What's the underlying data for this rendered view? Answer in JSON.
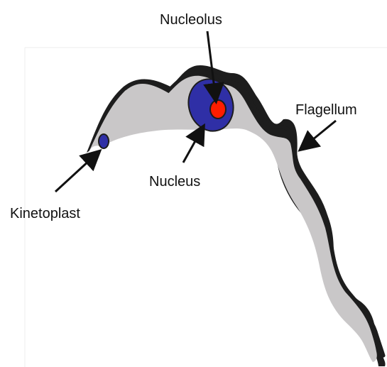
{
  "labels": {
    "nucleolus": "Nucleolus",
    "flagellum": "Flagellum",
    "nucleus": "Nucleus",
    "kinetoplast": "Kinetoplast"
  },
  "colors": {
    "body_fill": "#c9c7c8",
    "outline": "#1d1d1d",
    "nucleus": "#2f2fa6",
    "nucleolus": "#ff1d00",
    "arrow": "#111111",
    "background": "#ffffff"
  }
}
